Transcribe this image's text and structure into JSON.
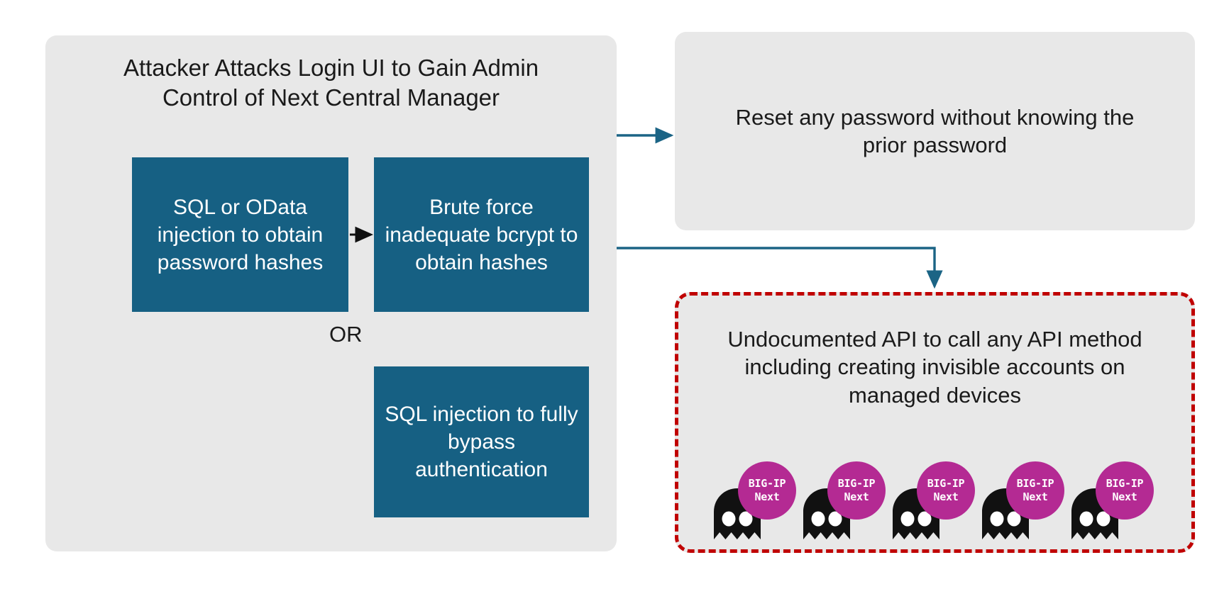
{
  "diagram": {
    "title": "Attacker Attacks Login UI to Gain Admin Control of Next Central Manager",
    "colors": {
      "panel_background": "#E8E8E8",
      "step_box": "#166083",
      "connector": "#1B6485",
      "alert_border": "#C00000",
      "badge": "#B42A93",
      "ghost": "#111111",
      "text": "#1A1A1A"
    }
  },
  "attack_panel": {
    "title": "Attacker Attacks Login UI to Gain Admin Control of Next Central Manager",
    "steps": [
      {
        "id": "sql-odata",
        "label": "SQL or OData injection to obtain password hashes"
      },
      {
        "id": "brute-force",
        "label": "Brute force inadequate bcrypt to obtain hashes"
      },
      {
        "id": "sql-bypass",
        "label": "SQL injection to fully bypass authentication"
      }
    ],
    "or_label": "OR"
  },
  "reset_panel": {
    "text": "Reset any password without knowing the prior password"
  },
  "api_panel": {
    "text": "Undocumented API to call any API method including creating invisible accounts on managed devices",
    "devices": [
      {
        "line1": "BIG-IP",
        "line2": "Next"
      },
      {
        "line1": "BIG-IP",
        "line2": "Next"
      },
      {
        "line1": "BIG-IP",
        "line2": "Next"
      },
      {
        "line1": "BIG-IP",
        "line2": "Next"
      },
      {
        "line1": "BIG-IP",
        "line2": "Next"
      }
    ]
  }
}
